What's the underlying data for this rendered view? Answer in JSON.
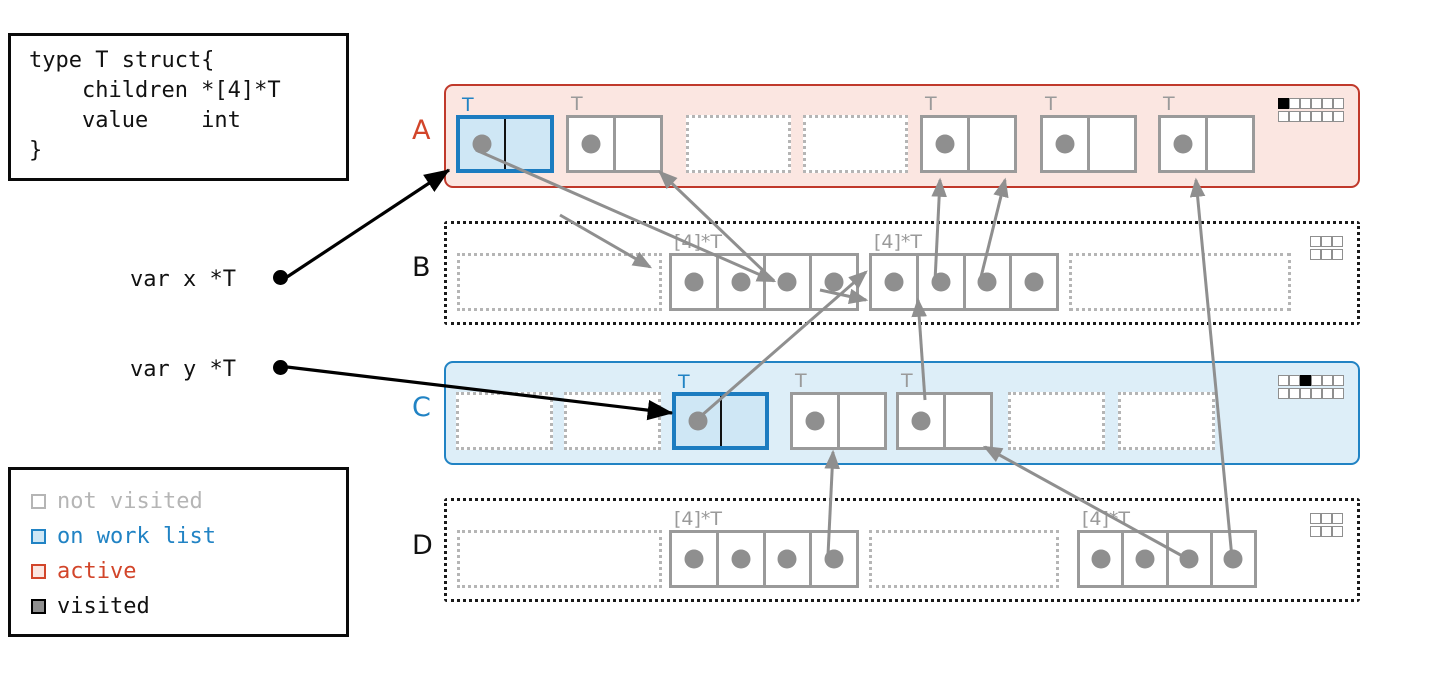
{
  "code_box": {
    "name": "go-struct-definition",
    "text": "type T struct{\n    children *[4]*T\n    value    int\n}"
  },
  "legend": {
    "title": "object-state-legend",
    "items": [
      {
        "label": "not visited",
        "swatch_fill": "#ffffff",
        "swatch_border": "#b5b5b5",
        "text_color": "#b5b5b5"
      },
      {
        "label": "on work list",
        "swatch_fill": "#cfe7f5",
        "swatch_border": "#2183c4",
        "text_color": "#2183c4"
      },
      {
        "label": "active",
        "swatch_fill": "#fbe6e1",
        "swatch_border": "#d2452a",
        "text_color": "#d2452a"
      },
      {
        "label": "visited",
        "swatch_fill": "#8f8f8f",
        "swatch_border": "#000000",
        "text_color": "#111111"
      }
    ]
  },
  "variables": [
    {
      "label": "var x *T",
      "points_to": "span-A-object-0"
    },
    {
      "label": "var y *T",
      "points_to": "span-C-object-2"
    }
  ],
  "colors": {
    "active": "#d2452a",
    "active_fill": "#fbe6e1",
    "worklist": "#2183c4",
    "worklist_fill": "#ddeef8",
    "not_visited": "#b5b5b5",
    "visited": "#000000",
    "pointer_gray": "#8f8f8f"
  },
  "spans": [
    {
      "label": "A",
      "label_color": "#d2452a",
      "state": "active",
      "band_style": "active",
      "bitmap": {
        "rows": 2,
        "cols": 6,
        "filled": [
          [
            0,
            0
          ]
        ]
      },
      "objects": [
        {
          "kind": "struct",
          "type_tag": "T",
          "state": "on work list",
          "cells": 2,
          "dots": [
            0
          ]
        },
        {
          "kind": "struct",
          "type_tag": "T",
          "state": "not visited",
          "cells": 2,
          "dots": [
            0
          ]
        },
        {
          "kind": "free",
          "type_tag": "",
          "state": "free",
          "cells": 1,
          "dots": []
        },
        {
          "kind": "free",
          "type_tag": "",
          "state": "free",
          "cells": 1,
          "dots": []
        },
        {
          "kind": "struct",
          "type_tag": "T",
          "state": "not visited",
          "cells": 2,
          "dots": [
            0
          ]
        },
        {
          "kind": "struct",
          "type_tag": "T",
          "state": "not visited",
          "cells": 2,
          "dots": [
            0
          ]
        },
        {
          "kind": "struct",
          "type_tag": "T",
          "state": "not visited",
          "cells": 2,
          "dots": [
            0
          ]
        }
      ]
    },
    {
      "label": "B",
      "label_color": "#111111",
      "state": "not visited",
      "band_style": "plain",
      "bitmap": {
        "rows": 2,
        "cols": 3,
        "filled": []
      },
      "objects": [
        {
          "kind": "free",
          "type_tag": "",
          "state": "free",
          "cells": 1,
          "dots": []
        },
        {
          "kind": "array",
          "type_tag": "[4]*T",
          "state": "not visited",
          "cells": 4,
          "dots": [
            0,
            1,
            2,
            3
          ]
        },
        {
          "kind": "array",
          "type_tag": "[4]*T",
          "state": "not visited",
          "cells": 4,
          "dots": [
            0,
            1,
            2,
            3
          ]
        },
        {
          "kind": "free",
          "type_tag": "",
          "state": "free",
          "cells": 1,
          "dots": []
        }
      ]
    },
    {
      "label": "C",
      "label_color": "#2183c4",
      "state": "on work list",
      "band_style": "worklist",
      "bitmap": {
        "rows": 2,
        "cols": 6,
        "filled": [
          [
            0,
            2
          ]
        ]
      },
      "objects": [
        {
          "kind": "free",
          "type_tag": "",
          "state": "free",
          "cells": 1,
          "dots": []
        },
        {
          "kind": "free",
          "type_tag": "",
          "state": "free",
          "cells": 1,
          "dots": []
        },
        {
          "kind": "struct",
          "type_tag": "T",
          "state": "on work list",
          "cells": 2,
          "dots": [
            0
          ]
        },
        {
          "kind": "struct",
          "type_tag": "T",
          "state": "not visited",
          "cells": 2,
          "dots": [
            0
          ]
        },
        {
          "kind": "struct",
          "type_tag": "T",
          "state": "not visited",
          "cells": 2,
          "dots": [
            0
          ]
        },
        {
          "kind": "free",
          "type_tag": "",
          "state": "free",
          "cells": 1,
          "dots": []
        },
        {
          "kind": "free",
          "type_tag": "",
          "state": "free",
          "cells": 1,
          "dots": []
        }
      ]
    },
    {
      "label": "D",
      "label_color": "#111111",
      "state": "not visited",
      "band_style": "plain",
      "bitmap": {
        "rows": 2,
        "cols": 3,
        "filled": []
      },
      "objects": [
        {
          "kind": "free",
          "type_tag": "",
          "state": "free",
          "cells": 1,
          "dots": []
        },
        {
          "kind": "array",
          "type_tag": "[4]*T",
          "state": "not visited",
          "cells": 4,
          "dots": [
            0,
            1,
            2,
            3
          ]
        },
        {
          "kind": "free",
          "type_tag": "",
          "state": "free",
          "cells": 1,
          "dots": []
        },
        {
          "kind": "array",
          "type_tag": "[4]*T",
          "state": "not visited",
          "cells": 4,
          "dots": [
            0,
            1,
            2,
            3
          ]
        }
      ]
    }
  ]
}
